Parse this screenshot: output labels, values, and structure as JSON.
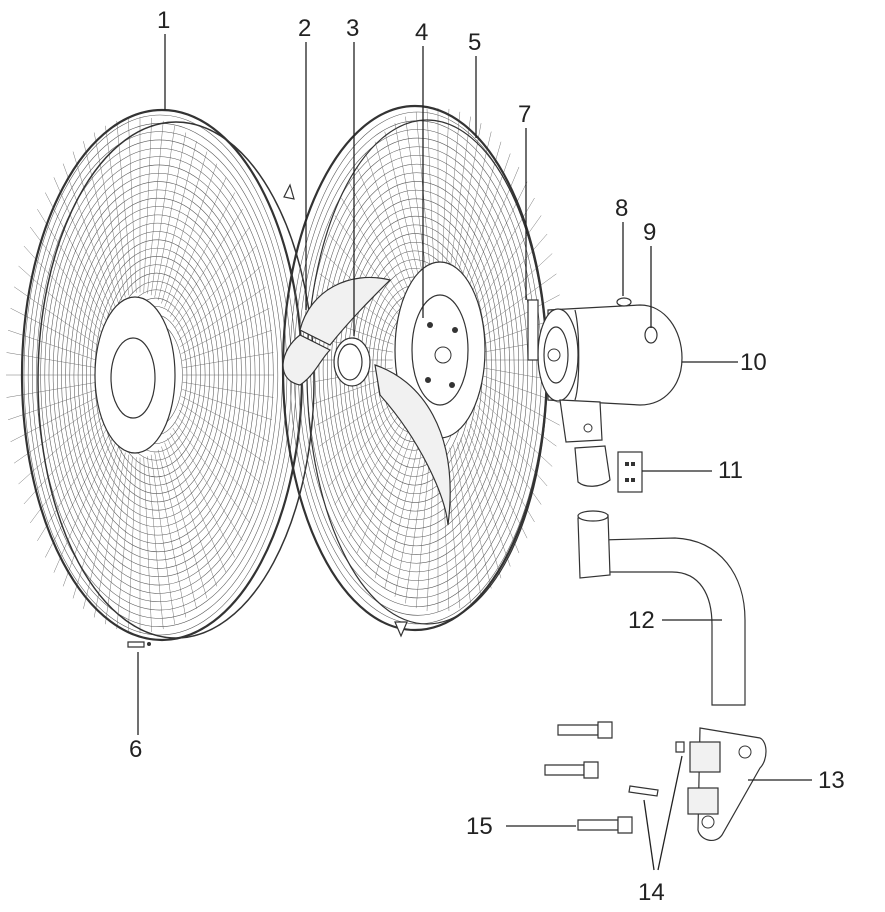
{
  "callouts": [
    {
      "id": "callout-1",
      "number": "1"
    },
    {
      "id": "callout-2",
      "number": "2"
    },
    {
      "id": "callout-3",
      "number": "3"
    },
    {
      "id": "callout-4",
      "number": "4"
    },
    {
      "id": "callout-5",
      "number": "5"
    },
    {
      "id": "callout-6",
      "number": "6"
    },
    {
      "id": "callout-7",
      "number": "7"
    },
    {
      "id": "callout-8",
      "number": "8"
    },
    {
      "id": "callout-9",
      "number": "9"
    },
    {
      "id": "callout-10",
      "number": "10"
    },
    {
      "id": "callout-11",
      "number": "11"
    },
    {
      "id": "callout-12",
      "number": "12"
    },
    {
      "id": "callout-13",
      "number": "13"
    },
    {
      "id": "callout-14",
      "number": "14"
    },
    {
      "id": "callout-15",
      "number": "15"
    }
  ]
}
